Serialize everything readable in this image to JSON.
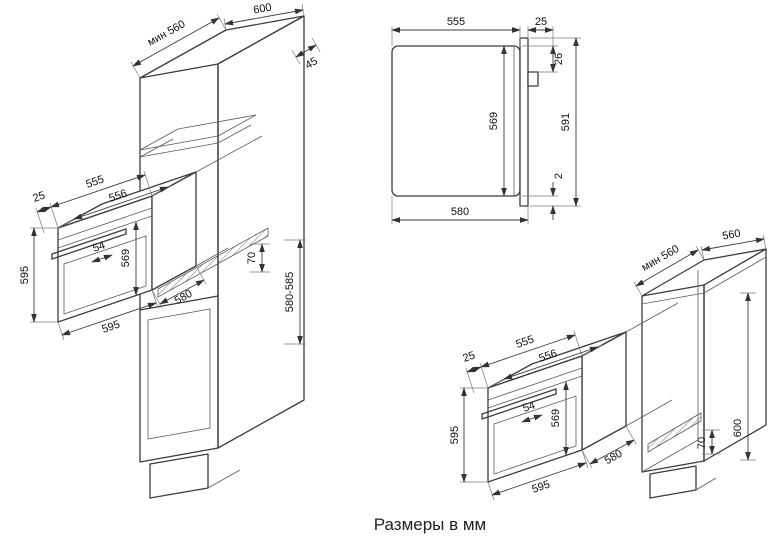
{
  "caption": "Размеры в мм",
  "figA": {
    "min560": "мин 560",
    "d600": "600",
    "d45": "45",
    "d555": "555",
    "d25": "25",
    "d556": "556",
    "d595_left": "595",
    "d569": "569",
    "d54": "54",
    "d595_bottom": "595",
    "d580": "580",
    "d70": "70",
    "d580_585": "580-585"
  },
  "figB": {
    "d555": "555",
    "d25": "25",
    "d26": "26",
    "d569": "569",
    "d591": "591",
    "d2": "2",
    "d580": "580"
  },
  "figC": {
    "d555": "555",
    "d25": "25",
    "d556": "556",
    "d595_left": "595",
    "d569": "569",
    "d54": "54",
    "d595_bottom": "595",
    "d580": "580",
    "min560": "мин 560",
    "d560": "560",
    "d70": "70",
    "d600": "600"
  }
}
